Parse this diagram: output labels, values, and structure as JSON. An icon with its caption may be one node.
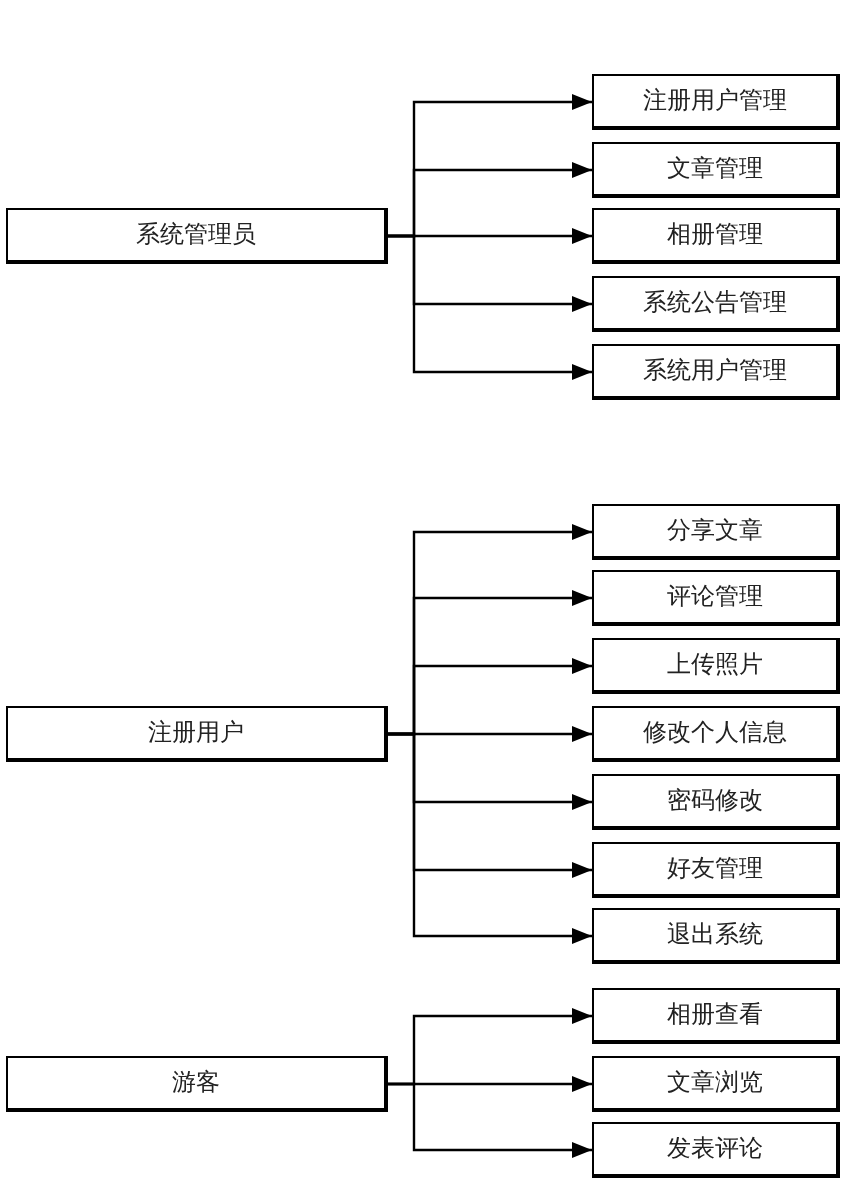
{
  "diagram": {
    "nodes": [
      {
        "text": [
          "系统管理员"
        ]
      },
      {
        "text": [
          "注册用户管理"
        ]
      },
      {
        "text": [
          "文章管理"
        ]
      },
      {
        "text": [
          "相册管理"
        ]
      },
      {
        "text": [
          "系统公告管理"
        ]
      },
      {
        "text": [
          "系统用户管理"
        ]
      },
      {
        "text": [
          "注册用户"
        ]
      },
      {
        "text": [
          "分享文章"
        ]
      },
      {
        "text": [
          "评论管理"
        ]
      },
      {
        "text": [
          "上传照片"
        ]
      },
      {
        "text": [
          "修改个人信息"
        ]
      },
      {
        "text": [
          "密码修改"
        ]
      },
      {
        "text": [
          "好友管理"
        ]
      },
      {
        "text": [
          "退出系统"
        ]
      },
      {
        "text": [
          "游客"
        ]
      },
      {
        "text": [
          "相册查看"
        ]
      },
      {
        "text": [
          "文章浏览"
        ]
      },
      {
        "text": [
          "发表评论"
        ]
      }
    ],
    "edges": [
      {
        "from": 0,
        "to": 1,
        "arrow": "to"
      },
      {
        "from": 0,
        "to": 2,
        "arrow": "to"
      },
      {
        "from": 0,
        "to": 3,
        "arrow": "to"
      },
      {
        "from": 0,
        "to": 4,
        "arrow": "to"
      },
      {
        "from": 0,
        "to": 5,
        "arrow": "to"
      },
      {
        "from": 6,
        "to": 7,
        "arrow": "to"
      },
      {
        "from": 6,
        "to": 8,
        "arrow": "to"
      },
      {
        "from": 6,
        "to": 9,
        "arrow": "to"
      },
      {
        "from": 6,
        "to": 10,
        "arrow": "to"
      },
      {
        "from": 6,
        "to": 11,
        "arrow": "to"
      },
      {
        "from": 6,
        "to": 12,
        "arrow": "to"
      },
      {
        "from": 6,
        "to": 13,
        "arrow": "to"
      },
      {
        "from": 14,
        "to": 15,
        "arrow": "to"
      },
      {
        "from": 14,
        "to": 16,
        "arrow": "to"
      },
      {
        "from": 14,
        "to": 17,
        "arrow": "to"
      }
    ]
  }
}
